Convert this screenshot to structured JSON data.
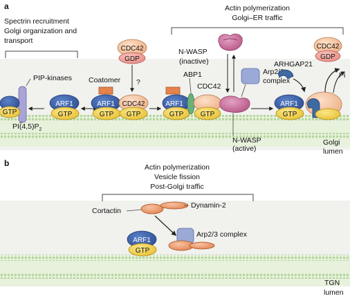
{
  "panels": {
    "a": {
      "label": "a",
      "bracket_left_lines": [
        "Spectrin recruitment",
        "Golgi organization and",
        "transport"
      ],
      "bracket_right_lines": [
        "Actin polymerization",
        "Golgi–ER traffic"
      ],
      "molecules": {
        "arf1": "ARF1",
        "gtp": "GTP",
        "gdp": "GDP",
        "cdc42": "CDC42",
        "pip_kinases": "PIP-kinases",
        "coatomer": "Coatomer",
        "question": "?",
        "abp1": "ABP1",
        "nwasp_inactive_lines": [
          "N-WASP",
          "(inactive)"
        ],
        "nwasp_active_lines": [
          "N-WASP",
          "(active)"
        ],
        "arp23_lines": [
          "Arp2/3",
          "complex"
        ],
        "arhgap21": "ARHGAP21",
        "pi": "Pi",
        "pip2": "PI(4,5)P",
        "pip2_sub": "2"
      },
      "lumen_lines": [
        "Golgi",
        "lumen"
      ]
    },
    "b": {
      "label": "b",
      "bracket_lines": [
        "Actin polymerization",
        "Vesicle fission",
        "Post-Golgi traffic"
      ],
      "molecules": {
        "cortactin": "Cortactin",
        "dynamin2": "Dynamin-2",
        "arf1": "ARF1",
        "gtp": "GTP",
        "arp23": "Arp2/3 complex"
      },
      "lumen_lines": [
        "TGN",
        "lumen"
      ]
    }
  },
  "colors": {
    "membrane_band": "#e7f1dc",
    "membrane_dot": "#b3d59a",
    "background_fill": "#f1f1ee",
    "arf_blue": "#3a5fa8",
    "gtp_yellow": "#f2d34a",
    "cdc42_peach": "#f6c6a3",
    "gdp_pink": "#f3a7a1",
    "nwasp_pink": "#c96c9a",
    "arp_blue": "#9aa9d6",
    "coatomer_orange": "#e5834d",
    "abp1_green": "#6cb07a",
    "pipk_lavender": "#a8a4d6",
    "arhgap_blue": "#3e6aa2"
  }
}
